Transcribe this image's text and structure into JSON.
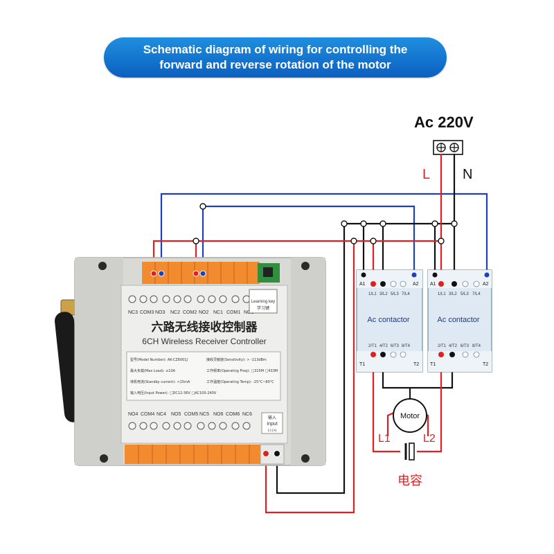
{
  "banner": {
    "line1": "Schematic diagram of wiring for controlling the",
    "line2": "forward and reverse rotation of the motor"
  },
  "power": {
    "label": "Ac 220V",
    "live": "L",
    "neutral": "N"
  },
  "controller": {
    "title_cn": "六路无线接收控制器",
    "title_en": "6CH Wireless Receiver Controller",
    "learn_key": "Learning key",
    "learn_key_cn": "学习键",
    "top_terminals": [
      "NC3",
      "COM3",
      "NO3",
      "NC2",
      "COM2",
      "NO2",
      "NC1",
      "COM1",
      "NO1"
    ],
    "bottom_terminals": [
      "NO4",
      "COM4",
      "NC4",
      "NO5",
      "COM5",
      "NC5",
      "NO6",
      "COM6",
      "NC6"
    ],
    "input_label": "输入",
    "input_label_en": "Input",
    "input_pins": "(-)  (+)",
    "specs": [
      [
        "型号(Model Number): AK-CZ6001J",
        "接收灵敏度(Sensitivity): > -113dBm"
      ],
      [
        "最大负载(Max Load): ≤10A",
        "工作频率(Operating Freq): □315M □433M"
      ],
      [
        "待机电流(Standby current): <15mA",
        "工作温度(Operating Temp): -25°C~80°C"
      ],
      [
        "输入电压(Input Power): □DC12-36V □AC100-240V",
        ""
      ]
    ]
  },
  "contactors": [
    {
      "label": "Ac contactor",
      "top_pins": [
        "1/L1",
        "3/L2",
        "5/L3",
        "7/L4"
      ],
      "bottom_pins": [
        "2/T1",
        "4/T2",
        "6/T3",
        "8/T4"
      ],
      "a1": "A1",
      "a2": "A2",
      "t1": "T1",
      "t2": "T2"
    },
    {
      "label": "Ac contactor",
      "top_pins": [
        "1/L1",
        "3/L2",
        "5/L3",
        "7/L4"
      ],
      "bottom_pins": [
        "2/T1",
        "4/T2",
        "6/T3",
        "8/T4"
      ],
      "a1": "A1",
      "a2": "A2",
      "t1": "T1",
      "t2": "T2"
    }
  ],
  "motor": {
    "label": "Motor",
    "l1": "L1",
    "l2": "L2",
    "capacitor_cn": "电容"
  },
  "colors": {
    "live": "#e02020",
    "neutral": "#111111",
    "control": "#1f3fbf",
    "banner": "#1178d4",
    "housing": "#d9dad6",
    "terminal": "#f28a2e"
  }
}
